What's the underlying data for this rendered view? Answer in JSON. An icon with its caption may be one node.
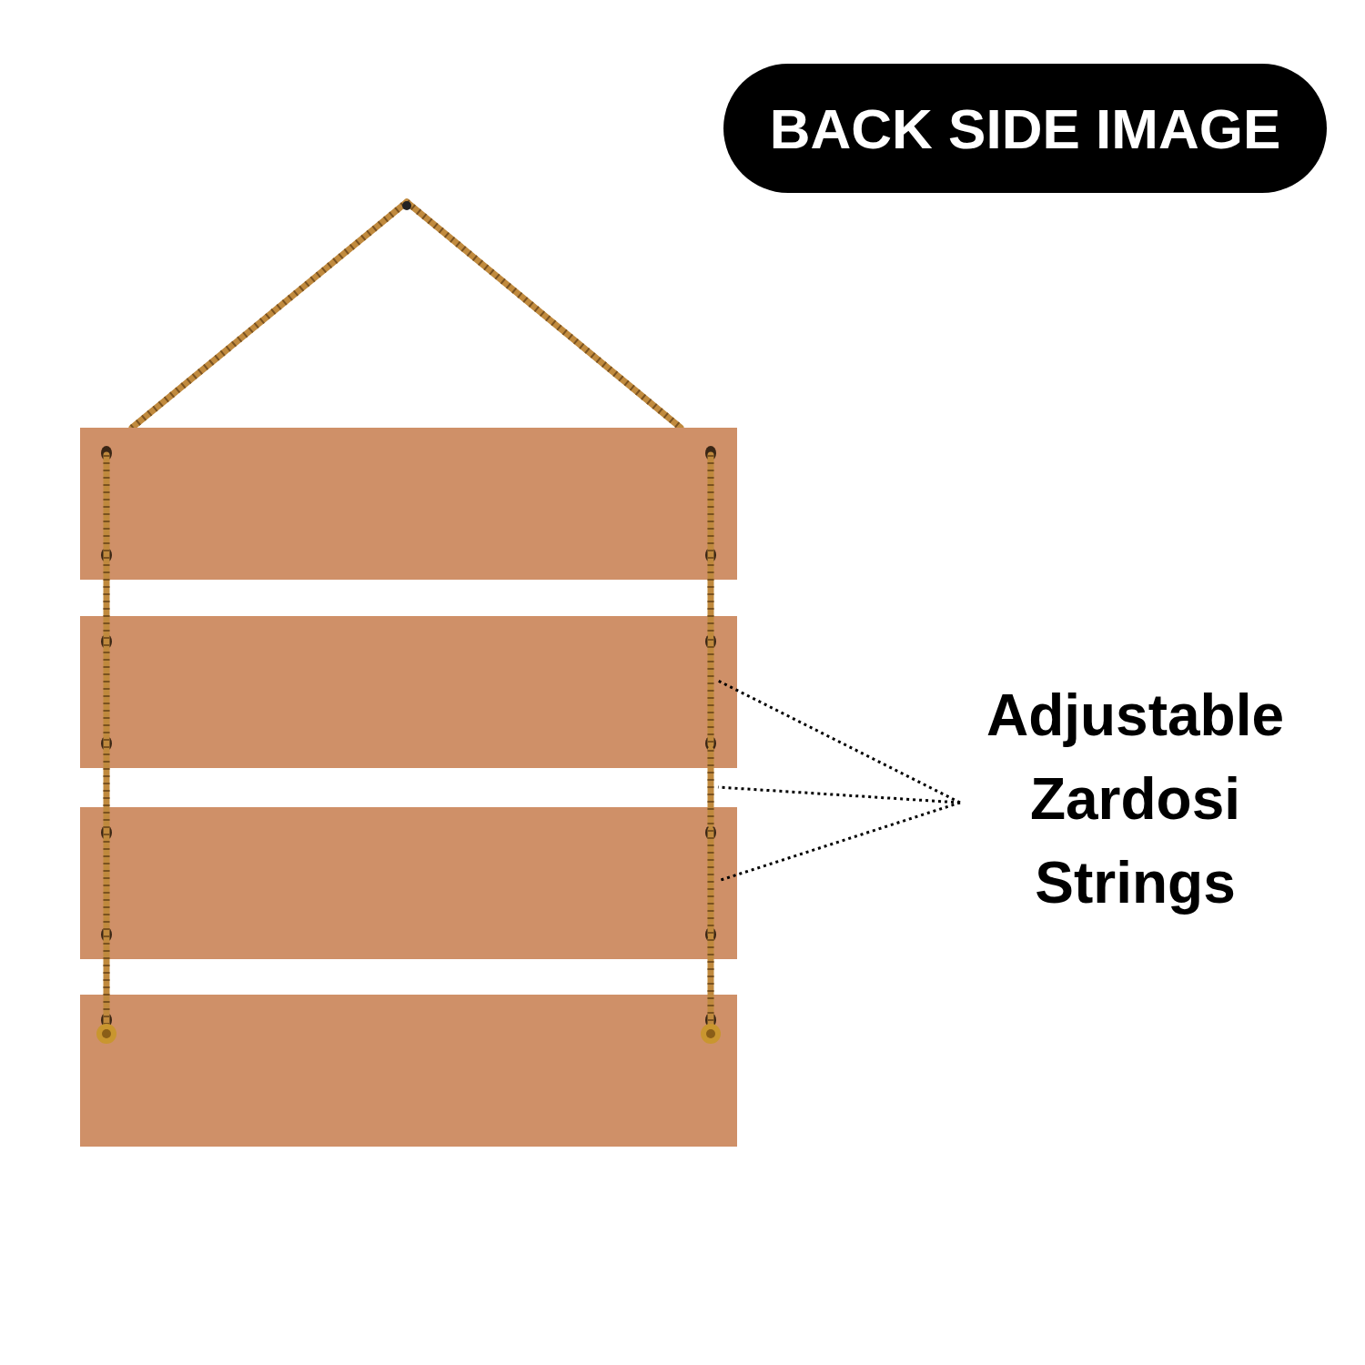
{
  "diagram": {
    "nodes": [
      {
        "text": [
          "BACK SIDE IMAGE"
        ]
      },
      {
        "text": [
          "Adjustable Zardosi Strings"
        ]
      },
      {
        "text": [],
        "shape": "picture"
      },
      {
        "text": [],
        "shape": "picture"
      },
      {
        "text": [],
        "shape": "picture"
      }
    ],
    "edges": [
      {
        "from": 1,
        "to": 2,
        "arrow": "none",
        "style": "dashed"
      },
      {
        "from": 1,
        "to": 3,
        "arrow": "none",
        "style": "dashed"
      },
      {
        "from": 1,
        "to": 4,
        "arrow": "none",
        "style": "dashed"
      }
    ]
  }
}
